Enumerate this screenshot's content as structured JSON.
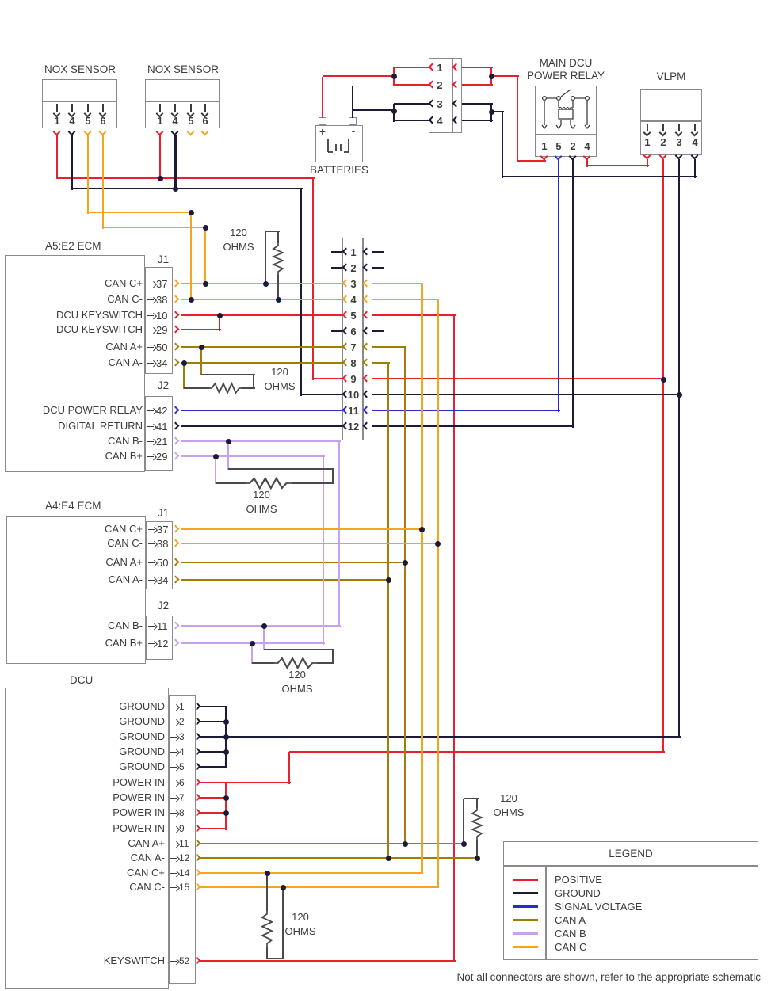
{
  "nox1": {
    "label": "NOX SENSOR",
    "pins": [
      "1",
      "4",
      "5",
      "6"
    ]
  },
  "nox2": {
    "label": "NOX SENSOR",
    "pins": [
      "1",
      "4",
      "5",
      "6"
    ]
  },
  "batteries": {
    "label": "BATTERIES",
    "plus": "+",
    "minus": "-"
  },
  "conn4": {
    "pins": [
      "1",
      "2",
      "3",
      "4"
    ]
  },
  "relay": {
    "label_line1": "MAIN DCU",
    "label_line2": "POWER RELAY",
    "pins": [
      "1",
      "5",
      "2",
      "4"
    ]
  },
  "vlpm": {
    "label": "VLPM",
    "pins": [
      "1",
      "2",
      "3",
      "4"
    ]
  },
  "conn12": {
    "pins": [
      "1",
      "2",
      "3",
      "4",
      "5",
      "6",
      "7",
      "8",
      "9",
      "10",
      "11",
      "12"
    ]
  },
  "ecm1": {
    "label": "A5:E2 ECM",
    "j1": {
      "label": "J1",
      "rows": [
        {
          "name": "CAN C+",
          "pin": "37"
        },
        {
          "name": "CAN C-",
          "pin": "38"
        },
        {
          "name": "DCU KEYSWITCH",
          "pin": "10"
        },
        {
          "name": "DCU KEYSWITCH",
          "pin": "29"
        },
        {
          "name": "CAN A+",
          "pin": "50"
        },
        {
          "name": "CAN A-",
          "pin": "34"
        }
      ]
    },
    "j2": {
      "label": "J2",
      "rows": [
        {
          "name": "DCU POWER RELAY",
          "pin": "42"
        },
        {
          "name": "DIGITAL RETURN",
          "pin": "41"
        },
        {
          "name": "CAN B-",
          "pin": "21"
        },
        {
          "name": "CAN B+",
          "pin": "29"
        }
      ]
    }
  },
  "ecm2": {
    "label": "A4:E4 ECM",
    "j1": {
      "label": "J1",
      "rows": [
        {
          "name": "CAN C+",
          "pin": "37"
        },
        {
          "name": "CAN C-",
          "pin": "38"
        },
        {
          "name": "CAN A+",
          "pin": "50"
        },
        {
          "name": "CAN A-",
          "pin": "34"
        }
      ]
    },
    "j2": {
      "label": "J2",
      "rows": [
        {
          "name": "CAN B-",
          "pin": "11"
        },
        {
          "name": "CAN B+",
          "pin": "12"
        }
      ]
    }
  },
  "dcu": {
    "label": "DCU",
    "rows": [
      {
        "name": "GROUND",
        "pin": "1"
      },
      {
        "name": "GROUND",
        "pin": "2"
      },
      {
        "name": "GROUND",
        "pin": "3"
      },
      {
        "name": "GROUND",
        "pin": "4"
      },
      {
        "name": "GROUND",
        "pin": "5"
      },
      {
        "name": "POWER IN",
        "pin": "6"
      },
      {
        "name": "POWER IN",
        "pin": "7"
      },
      {
        "name": "POWER IN",
        "pin": "8"
      },
      {
        "name": "POWER IN",
        "pin": "9"
      },
      {
        "name": "CAN A+",
        "pin": "11"
      },
      {
        "name": "CAN A-",
        "pin": "12"
      },
      {
        "name": "CAN C+",
        "pin": "14"
      },
      {
        "name": "CAN C-",
        "pin": "15"
      }
    ],
    "keyswitch": {
      "name": "KEYSWITCH",
      "pin": "52"
    }
  },
  "resistors": {
    "value": "120",
    "unit": "OHMS"
  },
  "legend": {
    "title": "LEGEND",
    "items": [
      {
        "key": "positive",
        "label": "POSITIVE",
        "color": "#e8202e"
      },
      {
        "key": "ground",
        "label": "GROUND",
        "color": "#1b1b38"
      },
      {
        "key": "signal",
        "label": "SIGNAL VOLTAGE",
        "color": "#2b2bcd"
      },
      {
        "key": "cana",
        "label": "CAN A",
        "color": "#a07d05"
      },
      {
        "key": "canb",
        "label": "CAN B",
        "color": "#c9a0f0"
      },
      {
        "key": "canc",
        "label": "CAN C",
        "color": "#f4a51f"
      }
    ]
  },
  "note": "Not all connectors are shown, refer to the appropriate schematic"
}
